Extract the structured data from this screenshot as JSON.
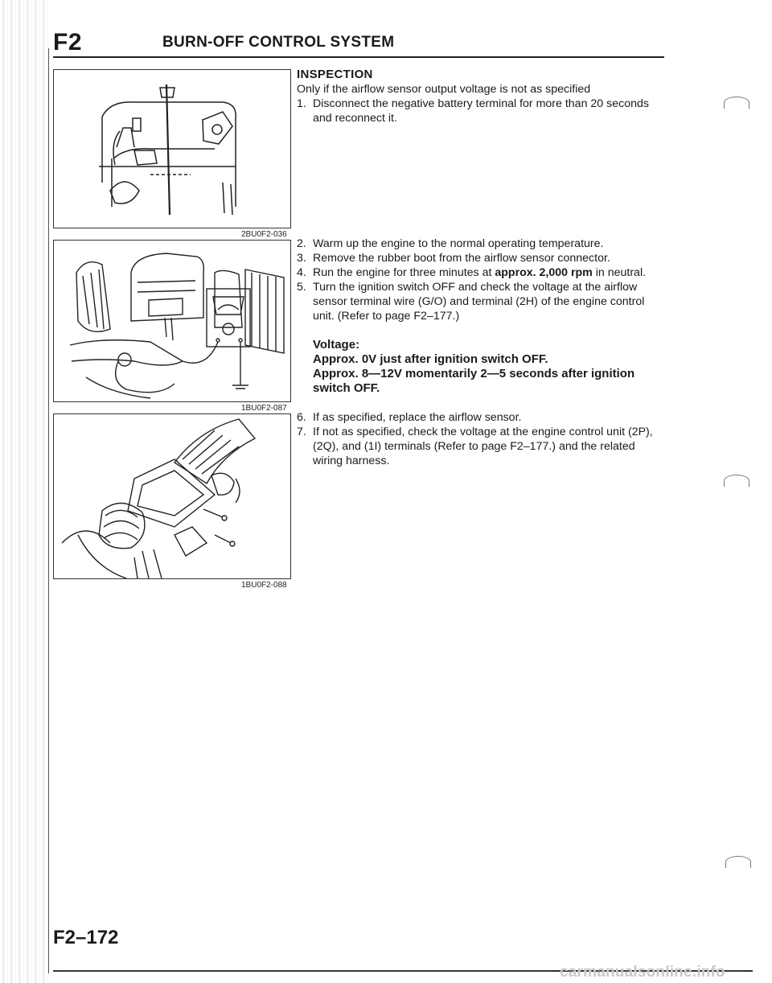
{
  "header": {
    "section_code": "F2",
    "title": "BURN-OFF CONTROL SYSTEM"
  },
  "figures": [
    {
      "code": "2BU0F2-036",
      "icon": "battery-terminal-illustration"
    },
    {
      "code": "1BU0F2-087",
      "icon": "voltmeter-airflow-sensor-illustration"
    },
    {
      "code": "1BU0F2-088",
      "icon": "airflow-sensor-removal-illustration"
    }
  ],
  "inspection": {
    "heading": "INSPECTION",
    "intro": "Only if the airflow sensor output voltage is not as specified",
    "step1": {
      "num": "1.",
      "text": "Disconnect the negative battery terminal for more than 20 seconds and reconnect it."
    },
    "step2": {
      "num": "2.",
      "text": "Warm up the engine to the normal operating temperature."
    },
    "step3": {
      "num": "3.",
      "text": "Remove the rubber boot from the airflow sensor connector."
    },
    "step4": {
      "num": "4.",
      "text_before": "Run the engine for three minutes at ",
      "bold": "approx. 2,000 rpm",
      "text_after": " in neutral."
    },
    "step5": {
      "num": "5.",
      "text": "Turn the ignition switch OFF and check the voltage at the airflow sensor terminal wire (G/O) and terminal (2H) of the engine control unit. (Refer to page F2–177.)"
    },
    "spec": {
      "label": "Voltage:",
      "line1": "Approx. 0V just after ignition switch OFF.",
      "line2": "Approx. 8—12V momentarily 2—5 seconds after ignition switch OFF."
    },
    "step6": {
      "num": "6.",
      "text": "If as specified, replace the airflow sensor."
    },
    "step7": {
      "num": "7.",
      "text": "If not as specified, check the voltage at the engine control unit (2P), (2Q), and (1I) terminals (Refer to page F2–177.) and the related wiring harness."
    }
  },
  "footer": {
    "page_number": "F2–172",
    "watermark": "carmanualsonline.info"
  }
}
